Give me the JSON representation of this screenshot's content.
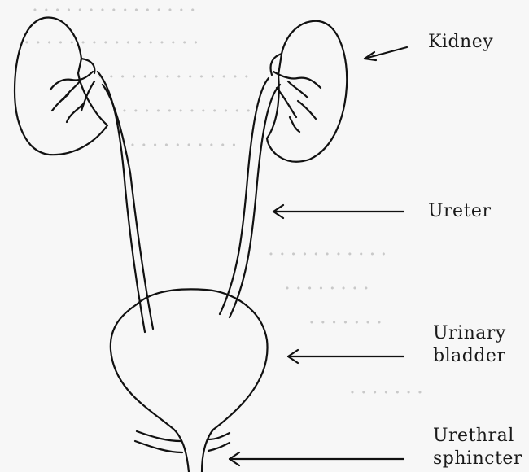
{
  "labels": {
    "kidney": "Kidney",
    "ureter": "Ureter",
    "urinary_bladder_line1": "Urinary",
    "urinary_bladder_line2": "bladder",
    "urethral_sphincter_line1": "Urethral",
    "urethral_sphincter_line2": "sphincter"
  },
  "colors": {
    "line": "#111111",
    "background": "#f7f7f7",
    "bleed_text": "#c9c9c9"
  }
}
